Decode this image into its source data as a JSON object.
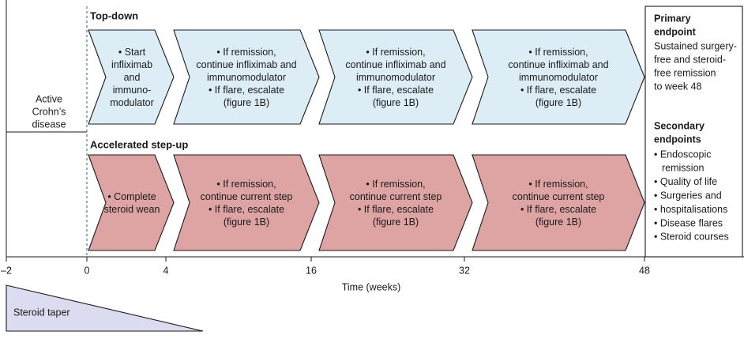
{
  "left_panel": {
    "lines": [
      "Active",
      "Crohn’s",
      "disease"
    ]
  },
  "arms": [
    {
      "title": "Top-down",
      "fill": "#dcedf6",
      "steps": [
        {
          "lines": [
            "• Start",
            "infliximab",
            "and",
            "immuno-",
            "modulator"
          ]
        },
        {
          "lines": [
            "• If remission,",
            "continue infliximab and",
            "immunomodulator",
            "• If flare, escalate",
            "(figure 1B)"
          ]
        },
        {
          "lines": [
            "• If remission,",
            "continue infliximab and",
            "immunomodulator",
            "• If flare, escalate",
            "(figure 1B)"
          ]
        },
        {
          "lines": [
            "• If remission,",
            "continue infliximab and",
            "immunomodulator",
            "• If flare, escalate",
            "(figure 1B)"
          ]
        }
      ]
    },
    {
      "title": "Accelerated step-up",
      "fill": "#dea3a3",
      "steps": [
        {
          "lines": [
            "• Complete",
            "steroid wean"
          ]
        },
        {
          "lines": [
            "• If remission,",
            "continue current step",
            "• If flare, escalate",
            "(figure 1B)"
          ]
        },
        {
          "lines": [
            "• If remission,",
            "continue current step",
            "• If flare, escalate",
            "(figure 1B)"
          ]
        },
        {
          "lines": [
            "• If remission,",
            "continue current step",
            "• If flare, escalate",
            "(figure 1B)"
          ]
        }
      ]
    }
  ],
  "endpoints": {
    "primary_title": [
      "Primary",
      "endpoint"
    ],
    "primary_text": [
      "Sustained surgery-",
      "free and steroid-",
      "free remission",
      "to week 48"
    ],
    "secondary_title": [
      "Secondary",
      "endpoints"
    ],
    "secondary_items": [
      [
        "• Endoscopic",
        "remission"
      ],
      [
        "• Quality of life"
      ],
      [
        "• Surgeries and"
      ],
      [
        "• hospitalisations"
      ],
      [
        "• Disease flares"
      ],
      [
        "• Steroid courses"
      ]
    ]
  },
  "axis": {
    "label": "Time (weeks)",
    "ticks": [
      -2,
      0,
      4,
      16,
      32,
      48
    ],
    "tick_labels": [
      "–2",
      "0",
      "4",
      "16",
      "32",
      "48"
    ]
  },
  "steroid_taper": {
    "label": "Steroid taper",
    "fill": "#dcdcf0"
  },
  "colors": {
    "stroke": "#1a1a1a",
    "baseline_dash": "#3d8a80"
  }
}
